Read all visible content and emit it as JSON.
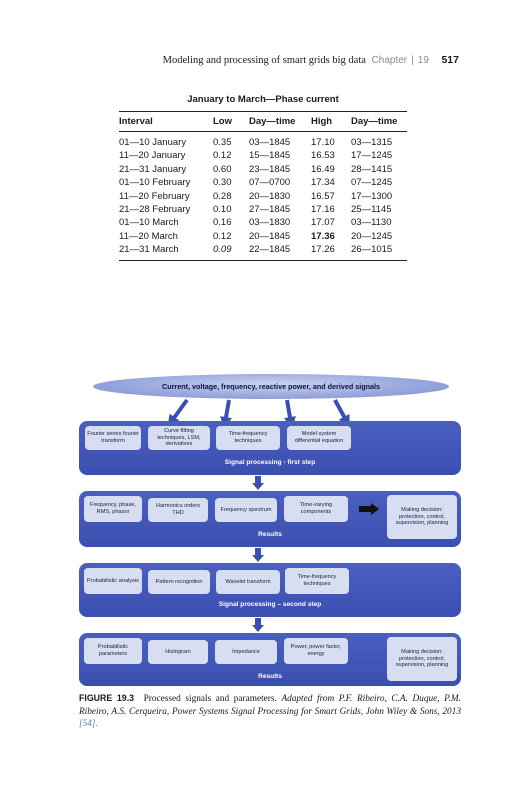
{
  "header": {
    "title": "Modeling and processing of smart grids big data",
    "chapter_label": "Chapter",
    "separator": "|",
    "chapter_number": "19",
    "page_number": "517"
  },
  "table": {
    "title": "January to March—Phase current",
    "columns": [
      "Interval",
      "Low",
      "Day—time",
      "High",
      "Day—time"
    ],
    "rows": [
      [
        "01—10 January",
        "0.35",
        "03—1845",
        "17.10",
        "03—1315"
      ],
      [
        "11—20 January",
        "0.12",
        "15—1845",
        "16.53",
        "17—1245"
      ],
      [
        "21—31 January",
        "0.60",
        "23—1845",
        "16.49",
        "28—1415"
      ],
      [
        "01—10 February",
        "0.30",
        "07—0700",
        "17.34",
        "07—1245"
      ],
      [
        "11—20 February",
        "0.28",
        "20—1830",
        "16.57",
        "17—1300"
      ],
      [
        "21—28 February",
        "0.10",
        "27—1845",
        "17.16",
        "25—1145"
      ],
      [
        "01—10 March",
        "0.16",
        "03—1830",
        "17.07",
        "03—1130"
      ],
      [
        "11—20 March",
        "0.12",
        "20—1845",
        "17.36",
        "20—1245"
      ],
      [
        "21—31 March",
        "0.09",
        "22—1845",
        "17.26",
        "26—1015"
      ]
    ]
  },
  "figure": {
    "top_ellipse": "Current, voltage, frequency, reactive power, and derived signals",
    "panel1": {
      "boxes": [
        "Fourier series fourier transform",
        "Curve fitting techniques, LSM, derivatives",
        "Time-frequency techniques",
        "Model system differential equation"
      ],
      "label": "Signal processing - first step"
    },
    "panel2": {
      "boxes": [
        "Frequency, phase, RMS, phasor",
        "Harmonics orders THD",
        "Frequency spectrum",
        "Time-varying components"
      ],
      "decision": "Making decision: protection, control, supervision, planning",
      "label": "Results"
    },
    "panel3": {
      "boxes": [
        "Probabilistic analysis",
        "Pattern recognition",
        "Wavelet transform",
        "Time-frequency techniques"
      ],
      "label": "Signal processing – second step"
    },
    "panel4": {
      "boxes": [
        "Probabilistic parameters",
        "Histogram",
        "Impedance",
        "Power, power factor, energy"
      ],
      "decision": "Making decision: protection, control, supervision, planning",
      "label": "Results"
    }
  },
  "caption": {
    "label": "FIGURE 19.3",
    "text": "Processed signals and parameters.",
    "adapted": "Adapted from P.F. Ribeiro, C.A. Duque, P.M. Ribeiro, A.S. Cerqueira, Power Systems Signal Processing for Smart Grids, John Wiley & Sons, 2013",
    "ref": "[54]."
  },
  "colors": {
    "panel": "#3b4fb0",
    "box": "#d8def2",
    "arrow": "#3b4fb0",
    "ellipse": "#9aa9dd"
  }
}
